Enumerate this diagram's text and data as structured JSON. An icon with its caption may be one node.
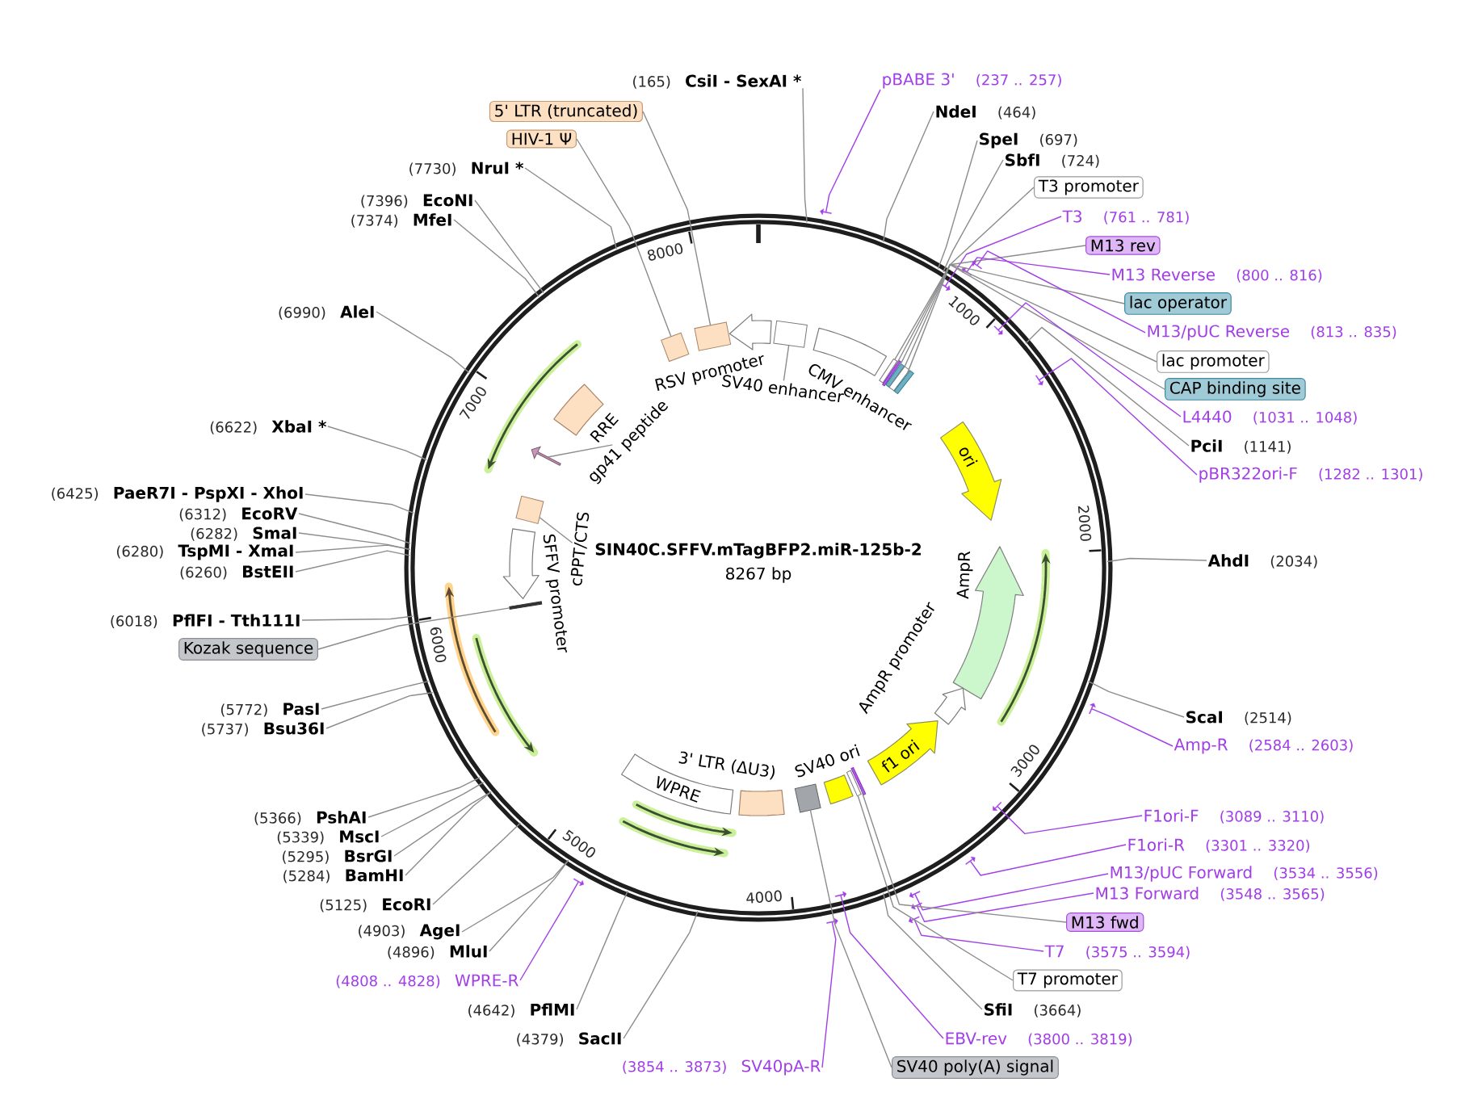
{
  "diagram": {
    "nodes": [
      {
        "text": [
          "SIN40C.SFFV.mTagBFP2.miR-125b-2",
          "8267 bp"
        ]
      },
      {
        "text": [
          "(165)",
          "CsiI - SexAI *"
        ]
      },
      {
        "text": [
          "pBABE 3'",
          "(237 .. 257)"
        ]
      },
      {
        "text": [
          "NdeI",
          "(464)"
        ]
      },
      {
        "text": [
          "SpeI",
          "(697)"
        ]
      },
      {
        "text": [
          "SbfI",
          "(724)"
        ]
      },
      {
        "text": [
          "T3 promoter"
        ]
      },
      {
        "text": [
          "T3",
          "(761 .. 781)"
        ]
      },
      {
        "text": [
          "M13 rev"
        ]
      },
      {
        "text": [
          "M13 Reverse",
          "(800 .. 816)"
        ]
      },
      {
        "text": [
          "lac operator"
        ]
      },
      {
        "text": [
          "M13/pUC Reverse",
          "(813 .. 835)"
        ]
      },
      {
        "text": [
          "lac promoter"
        ]
      },
      {
        "text": [
          "CAP binding site"
        ]
      },
      {
        "text": [
          "L4440",
          "(1031 .. 1048)"
        ]
      },
      {
        "text": [
          "PciI",
          "(1141)"
        ]
      },
      {
        "text": [
          "pBR322ori-F",
          "(1282 .. 1301)"
        ]
      },
      {
        "text": [
          "AhdI",
          "(2034)"
        ]
      },
      {
        "text": [
          "ScaI",
          "(2514)"
        ]
      },
      {
        "text": [
          "Amp-R",
          "(2584 .. 2603)"
        ]
      },
      {
        "text": [
          "F1ori-F",
          "(3089 .. 3110)"
        ]
      },
      {
        "text": [
          "F1ori-R",
          "(3301 .. 3320)"
        ]
      },
      {
        "text": [
          "M13/pUC Forward",
          "(3534 .. 3556)"
        ]
      },
      {
        "text": [
          "M13 Forward",
          "(3548 .. 3565)"
        ]
      },
      {
        "text": [
          "M13 fwd"
        ]
      },
      {
        "text": [
          "T7",
          "(3575 .. 3594)"
        ]
      },
      {
        "text": [
          "T7 promoter"
        ]
      },
      {
        "text": [
          "SfiI",
          "(3664)"
        ]
      },
      {
        "text": [
          "EBV-rev",
          "(3800 .. 3819)"
        ]
      },
      {
        "text": [
          "SV40 poly(A) signal"
        ]
      },
      {
        "text": [
          "(3854 .. 3873)",
          "SV40pA-R"
        ]
      },
      {
        "text": [
          "(4379)",
          "SacII"
        ]
      },
      {
        "text": [
          "(4642)",
          "PflMI"
        ]
      },
      {
        "text": [
          "(4808 .. 4828)",
          "WPRE-R"
        ]
      },
      {
        "text": [
          "(4896)",
          "MluI"
        ]
      },
      {
        "text": [
          "(4903)",
          "AgeI"
        ]
      },
      {
        "text": [
          "(5125)",
          "EcoRI"
        ]
      },
      {
        "text": [
          "(5284)",
          "BamHI"
        ]
      },
      {
        "text": [
          "(5295)",
          "BsrGI"
        ]
      },
      {
        "text": [
          "(5339)",
          "MscI"
        ]
      },
      {
        "text": [
          "(5366)",
          "PshAI"
        ]
      },
      {
        "text": [
          "(5737)",
          "Bsu36I"
        ]
      },
      {
        "text": [
          "(5772)",
          "PasI"
        ]
      },
      {
        "text": [
          "Kozak sequence"
        ]
      },
      {
        "text": [
          "(6018)",
          "PflFI - Tth111I"
        ]
      },
      {
        "text": [
          "(6260)",
          "BstEII"
        ]
      },
      {
        "text": [
          "(6280)",
          "TspMI - XmaI"
        ]
      },
      {
        "text": [
          "(6282)",
          "SmaI"
        ]
      },
      {
        "text": [
          "(6312)",
          "EcoRV"
        ]
      },
      {
        "text": [
          "(6425)",
          "PaeR7I - PspXI - XhoI"
        ]
      },
      {
        "text": [
          "(6622)",
          "XbaI *"
        ]
      },
      {
        "text": [
          "(6990)",
          "AleI"
        ]
      },
      {
        "text": [
          "(7374)",
          "MfeI"
        ]
      },
      {
        "text": [
          "(7396)",
          "EcoNI"
        ]
      },
      {
        "text": [
          "(7730)",
          "NruI *"
        ]
      },
      {
        "text": [
          "HIV-1 Ψ"
        ]
      },
      {
        "text": [
          "5' LTR (truncated)"
        ]
      },
      {
        "text": [],
        "shape": "arrow"
      },
      {
        "text": [],
        "shape": "arrow",
        "in": 0
      },
      {
        "text": [],
        "shape": "arrow"
      },
      {
        "text": [],
        "shape": "arrow"
      },
      {
        "text": [],
        "shape": "arrow",
        "in": 0
      },
      {
        "text": [],
        "shape": "arrow",
        "in": 0
      },
      {
        "text": [],
        "shape": "arrow"
      },
      {
        "text": [],
        "shape": "arrow",
        "in": 0
      },
      {
        "text": [],
        "shape": "arrow"
      },
      {
        "text": [],
        "shape": "arrow"
      },
      {
        "text": [],
        "shape": "arrow"
      },
      {
        "text": [],
        "shape": "arrow"
      },
      {
        "text": [],
        "shape": "arrow",
        "in": 0
      },
      {
        "text": [],
        "shape": "arrow"
      },
      {
        "text": [],
        "shape": "arrow"
      },
      {
        "text": [
          "RSV promoter"
        ],
        "in": 0
      },
      {
        "text": [],
        "shape": "box",
        "in": 0
      },
      {
        "text": [
          "SV40 enhancer"
        ],
        "in": 0
      },
      {
        "text": [
          "CMV enhancer"
        ],
        "in": 0
      },
      {
        "text": [],
        "shape": "box",
        "in": 0
      },
      {
        "text": [],
        "shape": "bar",
        "in": 0
      },
      {
        "text": [],
        "shape": "box",
        "in": 0
      },
      {
        "text": [],
        "shape": "box",
        "in": 0
      },
      {
        "text": [],
        "shape": "box",
        "in": 0
      },
      {
        "text": [
          "ori"
        ],
        "in": 0
      },
      {
        "text": [
          "AmpR"
        ],
        "in": 0
      },
      {
        "text": [
          "AmpR promoter"
        ],
        "in": 0
      },
      {
        "text": [
          "f1 ori"
        ],
        "in": 0
      },
      {
        "text": [],
        "shape": "bar",
        "in": 0
      },
      {
        "text": [],
        "shape": "box",
        "in": 0
      },
      {
        "text": [
          "SV40 ori"
        ],
        "in": 0
      },
      {
        "text": [],
        "shape": "box",
        "in": 0
      },
      {
        "text": [
          "3' LTR (ΔU3)"
        ],
        "in": 0
      },
      {
        "text": [
          "WPRE"
        ],
        "in": 0
      },
      {
        "text": [],
        "shape": "bar",
        "in": 0
      },
      {
        "text": [
          "SFFV promoter"
        ],
        "in": 0
      },
      {
        "text": [],
        "shape": "box",
        "in": 0
      },
      {
        "text": [
          "cPPT/CTS"
        ],
        "in": 0
      },
      {
        "text": [],
        "shape": "arrow",
        "in": 0
      },
      {
        "text": [
          "gp41 peptide"
        ],
        "in": 0
      },
      {
        "text": [
          "RRE"
        ],
        "in": 0
      },
      {
        "text": [],
        "shape": "box",
        "in": 0
      },
      {
        "text": [],
        "shape": "box",
        "in": 0
      }
    ],
    "edges": [
      {
        "from": 1,
        "to": 0,
        "arrow": "none"
      },
      {
        "from": 2,
        "to": 57,
        "arrow": "none",
        "color": "#a13ee8"
      },
      {
        "from": 3,
        "to": 0,
        "arrow": "none"
      },
      {
        "from": 4,
        "to": 0,
        "arrow": "none"
      },
      {
        "from": 5,
        "to": 0,
        "arrow": "none"
      },
      {
        "from": 6,
        "to": 76,
        "arrow": "none"
      },
      {
        "from": 7,
        "to": 58,
        "arrow": "none",
        "color": "#a13ee8"
      },
      {
        "from": 8,
        "to": 77,
        "arrow": "none"
      },
      {
        "from": 9,
        "to": 59,
        "arrow": "none",
        "color": "#a13ee8"
      },
      {
        "from": 10,
        "to": 78,
        "arrow": "none"
      },
      {
        "from": 11,
        "to": 60,
        "arrow": "none",
        "color": "#a13ee8"
      },
      {
        "from": 12,
        "to": 79,
        "arrow": "none"
      },
      {
        "from": 13,
        "to": 80,
        "arrow": "none"
      },
      {
        "from": 14,
        "to": 61,
        "arrow": "none",
        "color": "#a13ee8"
      },
      {
        "from": 15,
        "to": 0,
        "arrow": "none"
      },
      {
        "from": 16,
        "to": 62,
        "arrow": "none",
        "color": "#a13ee8"
      },
      {
        "from": 17,
        "to": 0,
        "arrow": "none"
      },
      {
        "from": 18,
        "to": 0,
        "arrow": "none"
      },
      {
        "from": 19,
        "to": 63,
        "arrow": "none",
        "color": "#a13ee8"
      },
      {
        "from": 20,
        "to": 64,
        "arrow": "none",
        "color": "#a13ee8"
      },
      {
        "from": 21,
        "to": 65,
        "arrow": "none",
        "color": "#a13ee8"
      },
      {
        "from": 22,
        "to": 66,
        "arrow": "none",
        "color": "#a13ee8"
      },
      {
        "from": 23,
        "to": 67,
        "arrow": "none",
        "color": "#a13ee8"
      },
      {
        "from": 24,
        "to": 85,
        "arrow": "none"
      },
      {
        "from": 25,
        "to": 68,
        "arrow": "none",
        "color": "#a13ee8"
      },
      {
        "from": 26,
        "to": 86,
        "arrow": "none"
      },
      {
        "from": 27,
        "to": 0,
        "arrow": "none"
      },
      {
        "from": 28,
        "to": 69,
        "arrow": "none",
        "color": "#a13ee8"
      },
      {
        "from": 29,
        "to": 88,
        "arrow": "none"
      },
      {
        "from": 30,
        "to": 70,
        "arrow": "none",
        "color": "#a13ee8"
      },
      {
        "from": 31,
        "to": 0,
        "arrow": "none"
      },
      {
        "from": 32,
        "to": 0,
        "arrow": "none"
      },
      {
        "from": 33,
        "to": 71,
        "arrow": "none",
        "color": "#a13ee8"
      },
      {
        "from": 34,
        "to": 0,
        "arrow": "none"
      },
      {
        "from": 35,
        "to": 0,
        "arrow": "none"
      },
      {
        "from": 36,
        "to": 0,
        "arrow": "none"
      },
      {
        "from": 37,
        "to": 0,
        "arrow": "none"
      },
      {
        "from": 38,
        "to": 0,
        "arrow": "none"
      },
      {
        "from": 39,
        "to": 0,
        "arrow": "none"
      },
      {
        "from": 40,
        "to": 0,
        "arrow": "none"
      },
      {
        "from": 41,
        "to": 0,
        "arrow": "none"
      },
      {
        "from": 42,
        "to": 0,
        "arrow": "none"
      },
      {
        "from": 43,
        "to": 91,
        "arrow": "none"
      },
      {
        "from": 44,
        "to": 0,
        "arrow": "none"
      },
      {
        "from": 45,
        "to": 0,
        "arrow": "none"
      },
      {
        "from": 46,
        "to": 0,
        "arrow": "none"
      },
      {
        "from": 47,
        "to": 0,
        "arrow": "none"
      },
      {
        "from": 48,
        "to": 0,
        "arrow": "none"
      },
      {
        "from": 49,
        "to": 0,
        "arrow": "none"
      },
      {
        "from": 50,
        "to": 0,
        "arrow": "none"
      },
      {
        "from": 51,
        "to": 0,
        "arrow": "none"
      },
      {
        "from": 52,
        "to": 0,
        "arrow": "none"
      },
      {
        "from": 53,
        "to": 0,
        "arrow": "none"
      },
      {
        "from": 54,
        "to": 0,
        "arrow": "none"
      },
      {
        "from": 55,
        "to": 98,
        "arrow": "none"
      },
      {
        "from": 56,
        "to": 99,
        "arrow": "none"
      },
      {
        "from": 74,
        "to": 73,
        "arrow": "none"
      },
      {
        "from": 94,
        "to": 93,
        "arrow": "none"
      },
      {
        "from": 96,
        "to": 95,
        "arrow": "none"
      }
    ],
    "labels": [
      "1000",
      "2000",
      "3000",
      "4000",
      "5000",
      "6000",
      "7000",
      "8000"
    ]
  }
}
